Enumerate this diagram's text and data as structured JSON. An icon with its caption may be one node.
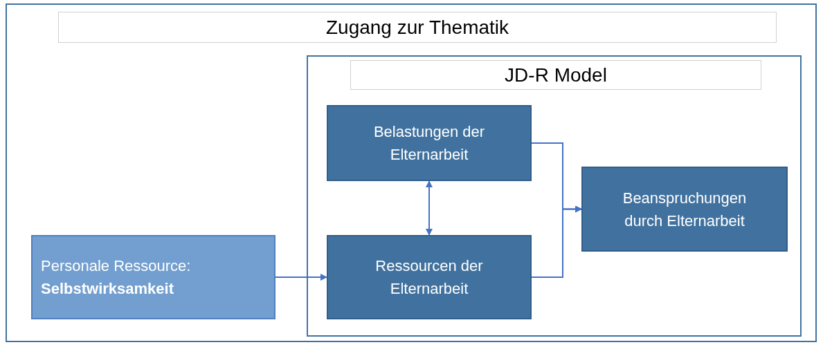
{
  "diagram": {
    "nodes": [
      {
        "text": [
          "Zugang zur Thematik"
        ]
      },
      {
        "text": [
          "JD-R Model"
        ],
        "in": 0
      },
      {
        "text": [
          "Belastungen der Elternarbeit"
        ],
        "in": 1
      },
      {
        "text": [
          "Ressourcen der Elternarbeit"
        ],
        "in": 1
      },
      {
        "text": [
          "Beanspruchungen durch Elternarbeit"
        ],
        "in": 1
      },
      {
        "text": [
          "Personale Ressource: **Selbstwirksamkeit**"
        ],
        "in": 0
      }
    ],
    "edges": [
      {
        "from": 5,
        "to": 3,
        "arrow": "to"
      },
      {
        "from": 2,
        "to": 3,
        "arrow": "both"
      },
      {
        "from": 2,
        "to": 4,
        "arrow": "to"
      },
      {
        "from": 3,
        "to": 4,
        "arrow": "to"
      }
    ]
  }
}
